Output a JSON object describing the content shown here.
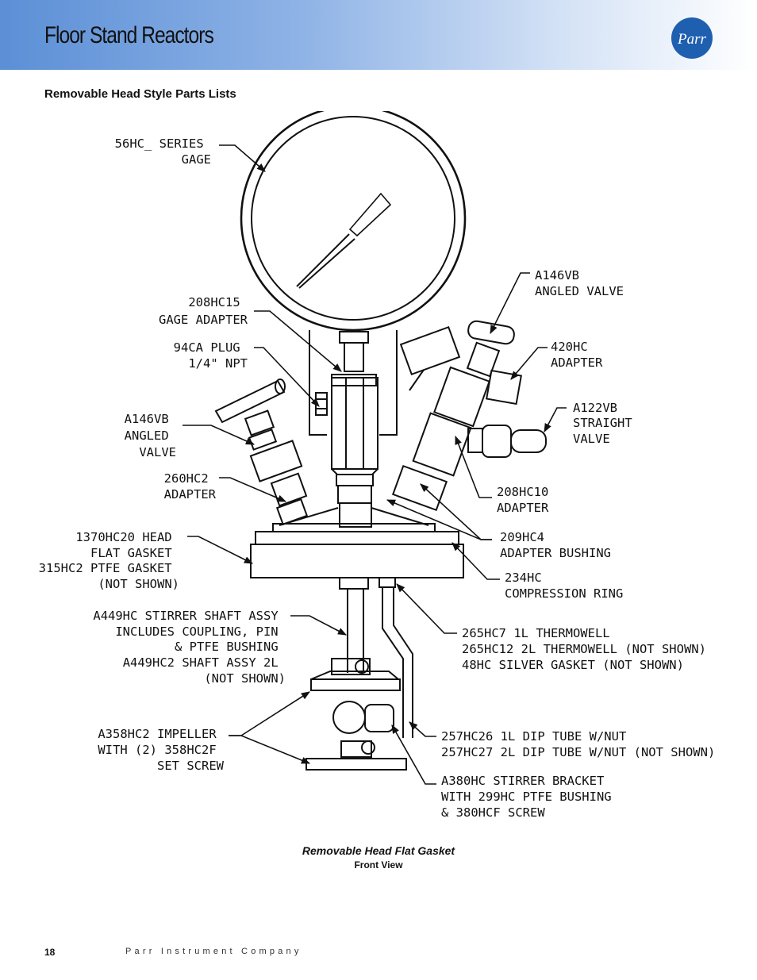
{
  "header": {
    "title": "Floor Stand Reactors",
    "logo_text": "Parr",
    "logo_color": "#1f5fb0"
  },
  "section_title": "Removable Head Style Parts Lists",
  "diagram": {
    "labels": {
      "gage": [
        "56HC_ SERIES",
        "GAGE"
      ],
      "gage_adapter": [
        "208HC15",
        "GAGE ADAPTER"
      ],
      "plug": [
        "94CA PLUG",
        "1/4\" NPT"
      ],
      "valve_left": [
        "A146VB",
        "ANGLED",
        "VALVE"
      ],
      "adapter_260": [
        "260HC2",
        "ADAPTER"
      ],
      "head": [
        "1370HC20 HEAD",
        "FLAT GASKET",
        "315HC2 PTFE GASKET",
        "(NOT SHOWN)"
      ],
      "stirrer_shaft": [
        "A449HC STIRRER SHAFT ASSY",
        "INCLUDES COUPLING, PIN",
        "& PTFE BUSHING",
        "A449HC2 SHAFT ASSY 2L",
        "(NOT SHOWN)"
      ],
      "impeller": [
        "A358HC2 IMPELLER",
        "WITH (2) 358HC2F",
        "SET SCREW"
      ],
      "valve_right": [
        "A146VB",
        "ANGLED VALVE"
      ],
      "adapter_420": [
        "420HC",
        "ADAPTER"
      ],
      "straight_valve": [
        "A122VB",
        "STRAIGHT",
        "VALVE"
      ],
      "adapter_208hc10": [
        "208HC10",
        "ADAPTER"
      ],
      "bushing": [
        "209HC4",
        "ADAPTER BUSHING"
      ],
      "compression_ring": [
        "234HC",
        "COMPRESSION RING"
      ],
      "thermowell": [
        "265HC7 1L THERMOWELL",
        "265HC12 2L THERMOWELL (NOT SHOWN)",
        "48HC SILVER GASKET (NOT SHOWN)"
      ],
      "dip_tube": [
        "257HC26 1L DIP TUBE W/NUT",
        "257HC27 2L DIP TUBE W/NUT (NOT SHOWN)"
      ],
      "stirrer_bracket": [
        "A380HC STIRRER BRACKET",
        "WITH 299HC PTFE BUSHING",
        "& 380HCF SCREW"
      ]
    }
  },
  "caption": {
    "title": "Removable Head Flat Gasket",
    "subtitle": "Front View"
  },
  "footer": {
    "page_number": "18",
    "company": "Parr Instrument Company"
  }
}
